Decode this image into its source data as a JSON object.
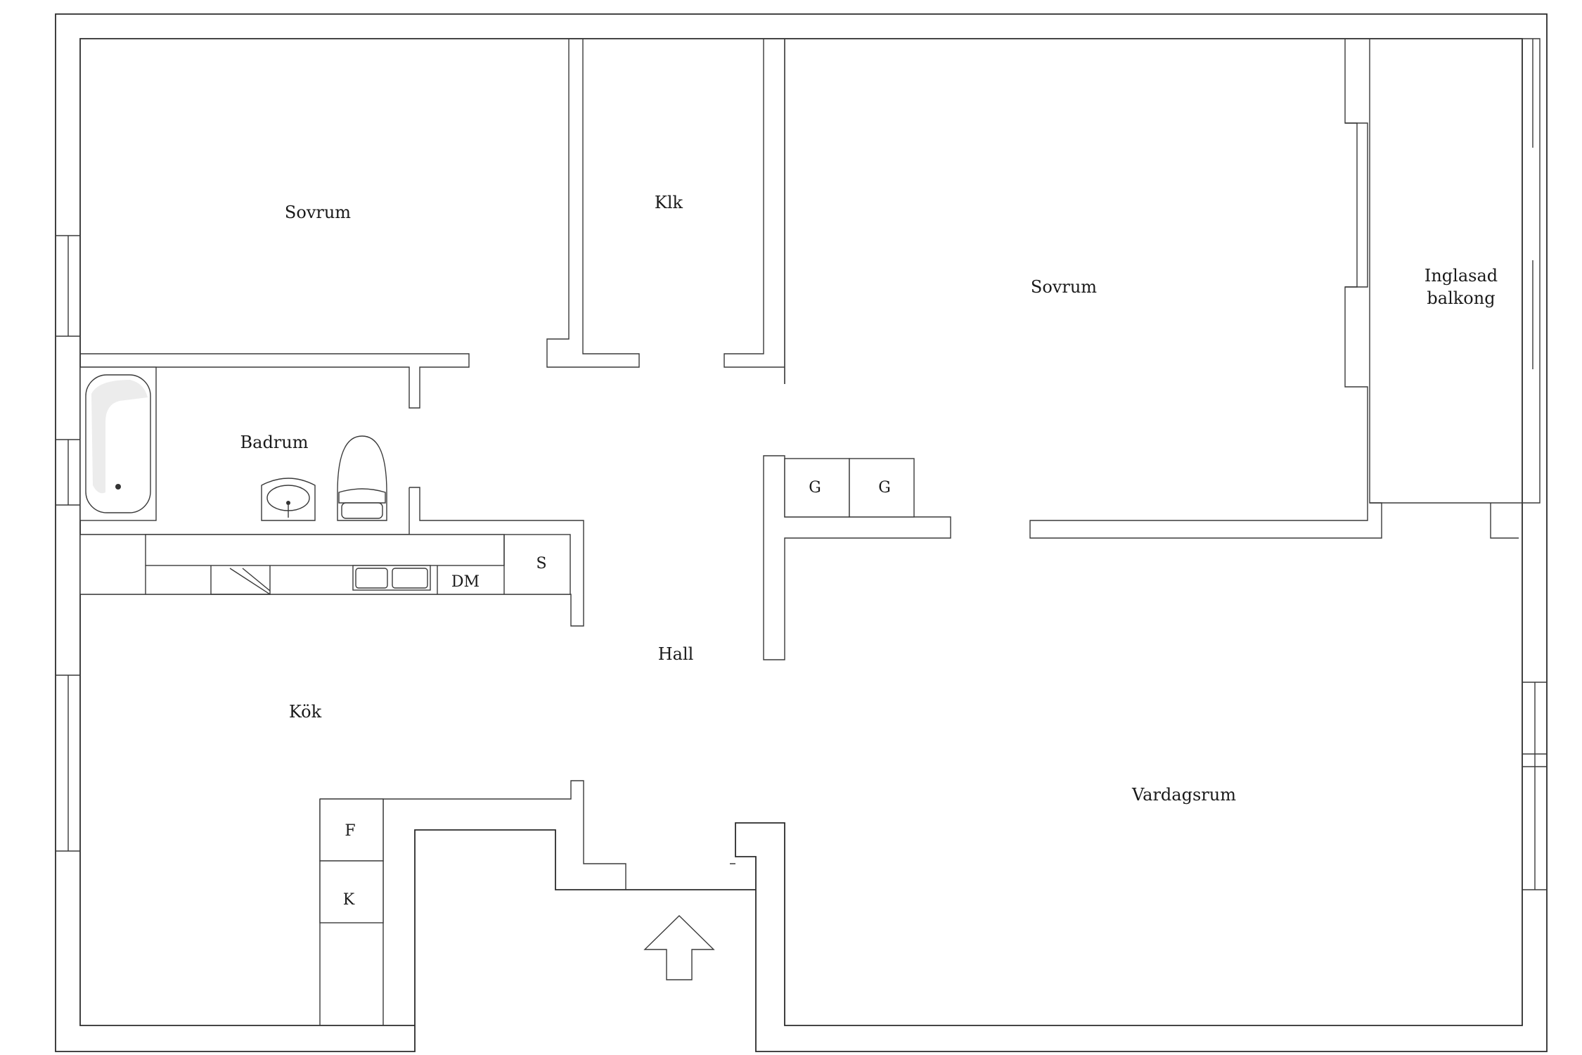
{
  "rooms": {
    "sovrum_left": "Sovrum",
    "klk": "Klk",
    "sovrum_right": "Sovrum",
    "balcony_line1": "Inglasad",
    "balcony_line2": "balkong",
    "badrum": "Badrum",
    "hall": "Hall",
    "kok": "Kök",
    "vardagsrum": "Vardagsrum"
  },
  "fixtures": {
    "wardrobe_1": "G",
    "wardrobe_2": "G",
    "storage": "S",
    "dishwasher": "DM",
    "freezer": "F",
    "fridge": "K"
  },
  "icons": {
    "entrance": "entrance-arrow-icon"
  }
}
